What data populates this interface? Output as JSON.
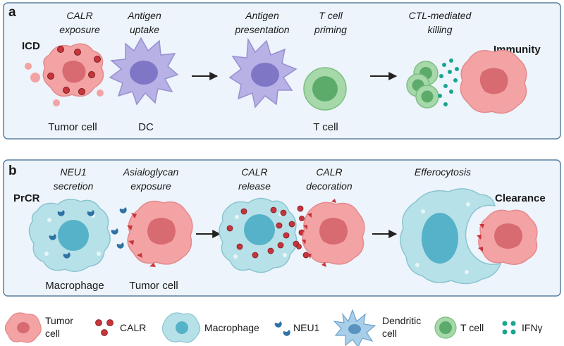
{
  "panel_a": {
    "letter": "a",
    "title": "ICD",
    "outcome": "Immunity",
    "step1": [
      "CALR",
      "exposure"
    ],
    "step2": [
      "Antigen",
      "uptake"
    ],
    "step3": [
      "Antigen",
      "presentation"
    ],
    "step4": [
      "T cell",
      "priming"
    ],
    "step5": [
      "CTL-mediated",
      "killing"
    ],
    "label_tumor": "Tumor cell",
    "label_dc": "DC",
    "label_tcell": "T cell"
  },
  "panel_b": {
    "letter": "b",
    "title": "PrCR",
    "outcome": "Clearance",
    "step1": [
      "NEU1",
      "secretion"
    ],
    "step2": [
      "Asialoglycan",
      "exposure"
    ],
    "step3": [
      "CALR",
      "release"
    ],
    "step4": [
      "CALR",
      "decoration"
    ],
    "step5": "Efferocytosis",
    "label_macrophage": "Macrophage",
    "label_tumor": "Tumor cell"
  },
  "legend": {
    "tumor": [
      "Tumor",
      "cell"
    ],
    "calr": "CALR",
    "macrophage": "Macrophage",
    "neu1": "NEU1",
    "dendritic": [
      "Dendritic",
      "cell"
    ],
    "tcell": "T cell",
    "ifng": "IFNγ"
  },
  "colors": {
    "panel_bg": "#edf4fb",
    "panel_border": "#5c7f9e",
    "tumor_fill": "#f3a3a3",
    "tumor_nucleus": "#d86a72",
    "dc_fill": "#b7b1e6",
    "dc_nucleus": "#7f77c6",
    "tcell_fill": "#a7d8a9",
    "tcell_nucleus": "#5cab6a",
    "macrophage_fill": "#b7e1e8",
    "macrophage_nucleus": "#55b2c8",
    "calr": "#c8343b",
    "neu1": "#2e72a6",
    "ifng": "#1aa58f"
  }
}
